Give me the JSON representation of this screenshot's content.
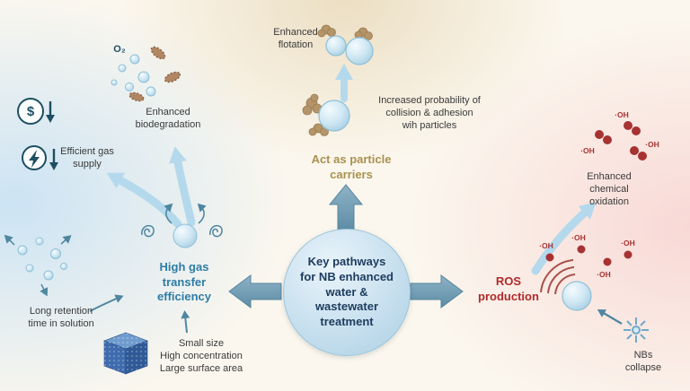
{
  "center": {
    "title": "Key pathways\nfor NB enhanced\nwater &\nwastewater\ntreatment"
  },
  "left_branch": {
    "title": "High gas\ntransfer\nefficiency",
    "o2_label": "O₂",
    "dollar_symbol": "$",
    "biodegradation_label": "Enhanced\nbiodegradation",
    "gas_supply_label": "Efficient gas\nsupply",
    "retention_label": "Long retention\ntime in solution",
    "properties_label": "Small size\nHigh concentration\nLarge surface area"
  },
  "top_branch": {
    "title": "Act as particle\ncarriers",
    "flotation_label": "Enhanced\nflotation",
    "collision_label": "Increased probability of\ncollision & adhesion\nwih particles"
  },
  "right_branch": {
    "title": "ROS\nproduction",
    "oxidation_label": "Enhanced\nchemical oxidation",
    "collapse_label": "NBs collapse",
    "radical_label": "·OH"
  },
  "icons": {
    "money_icon": "dollar-in-circle with down arrow",
    "gas_supply_icon": "lightning-in-circle with down arrow",
    "bubble_icon": "nanobubble sphere",
    "bacteria_icon": "rod-shaped microbe",
    "cube_icon": "blue particle cube",
    "collapse_icon": "starburst",
    "radical_icon": "red hydroxyl dots",
    "particle_icon": "brown particle blobs"
  },
  "colors": {
    "left_accent": "#2e7ca6",
    "top_accent": "#ab9150",
    "right_accent": "#b02a2a",
    "center_text": "#1c3b5e",
    "block_arrow": "#6b9bb3",
    "light_arrow": "#b5d9ec",
    "bubble_fill": "#cfe7f3",
    "radical_red": "#a63232",
    "particle_brown": "#b49468"
  }
}
